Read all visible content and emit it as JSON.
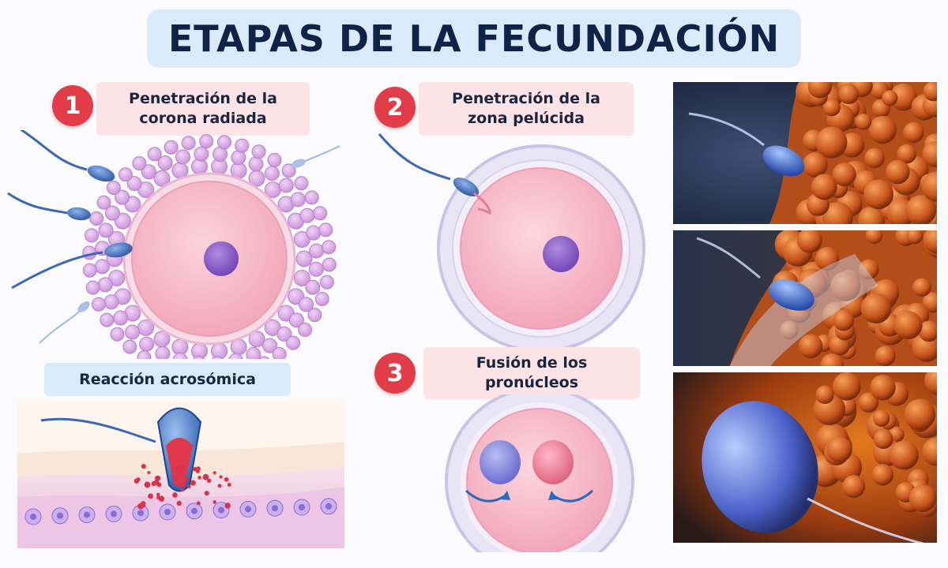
{
  "title": "ETAPAS DE LA FECUNDACIÓN",
  "steps": [
    {
      "number": "1",
      "label_line1": "Penetración de la",
      "label_line2": "corona radiada"
    },
    {
      "number": "2",
      "label_line1": "Penetración de la",
      "label_line2": "zona pelúcida"
    },
    {
      "number": "3",
      "label_line1": "Fusión de los",
      "label_line2": "pronúcleos"
    }
  ],
  "acrosome_label": "Reacción acrosómica",
  "colors": {
    "title_banner": "#d9eafb",
    "title_text": "#0f2347",
    "badge": "#e23c48",
    "label_pink": "#fbe3e6",
    "label_blue": "#d9ebfb",
    "egg_pink": "#f6b9c8",
    "nucleus_purple": "#8a5cc6",
    "corona_cells": "#d7a5e4",
    "sperm_blue": "#3b67b8",
    "photo_orange": "#d5631f"
  }
}
